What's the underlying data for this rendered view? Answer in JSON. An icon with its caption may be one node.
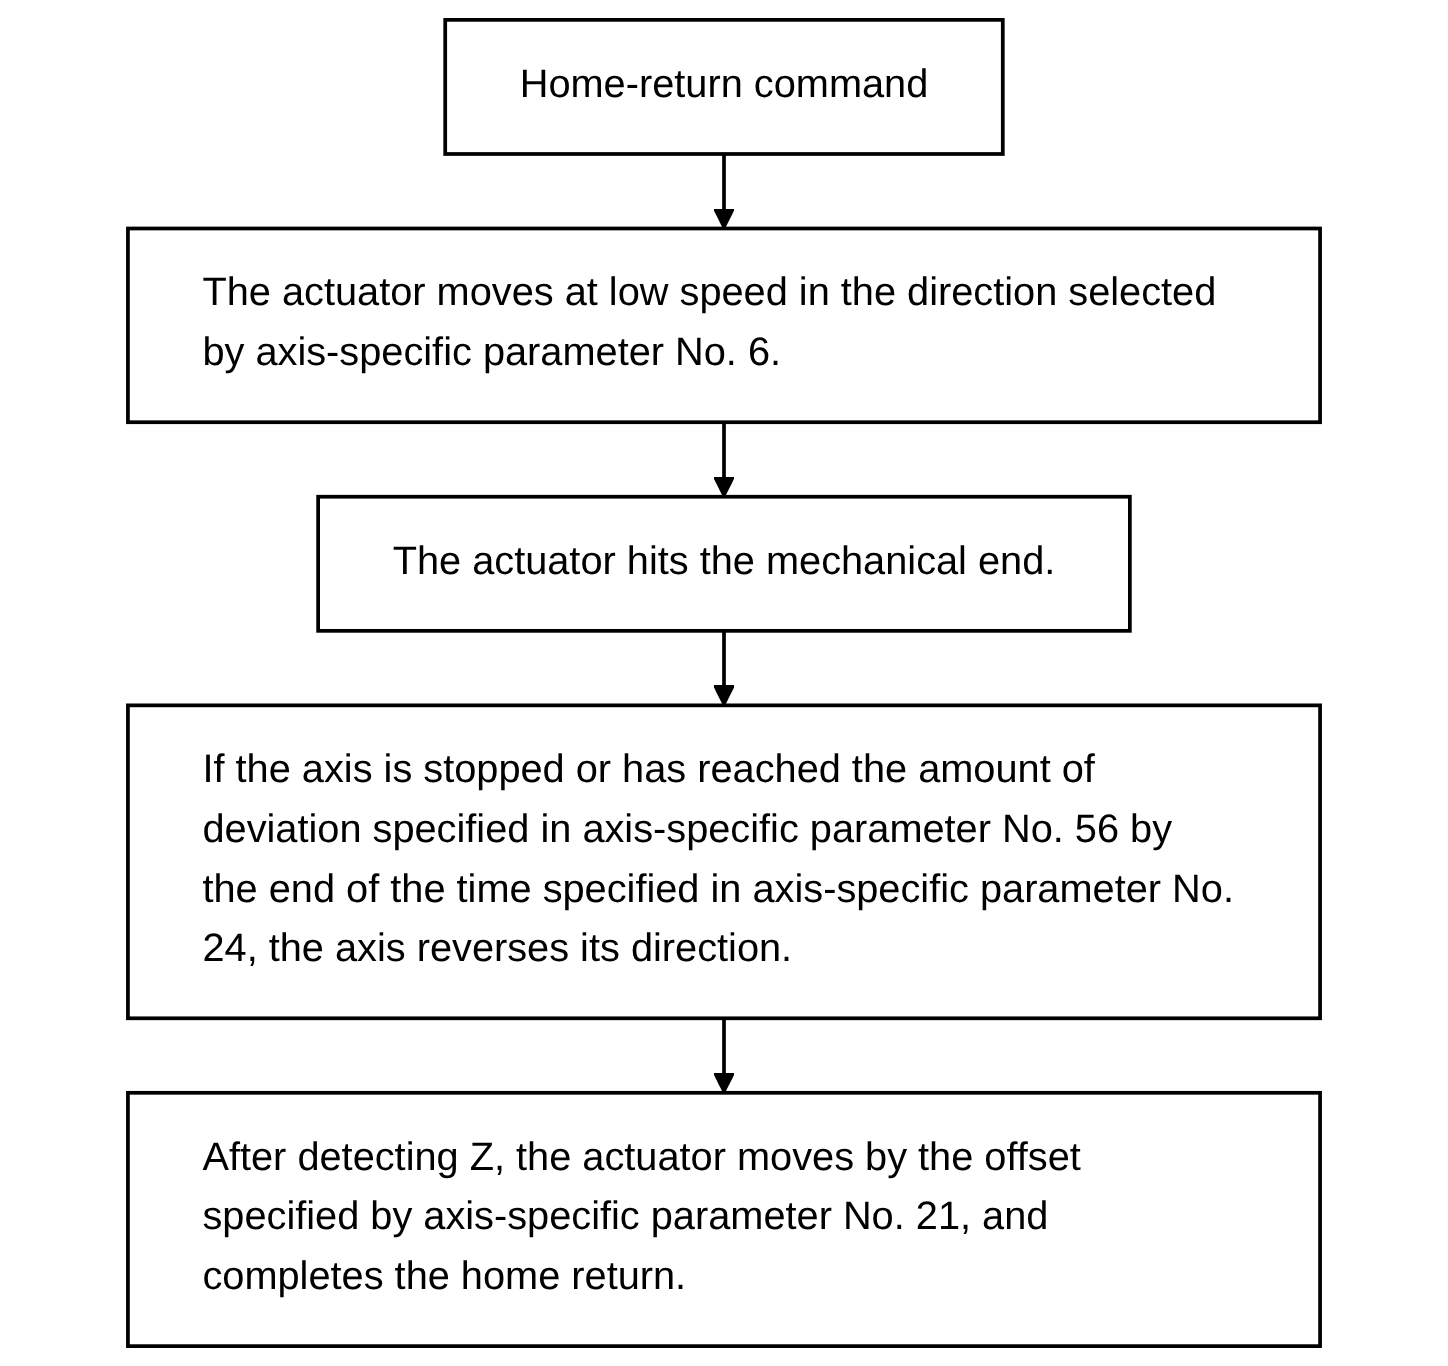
{
  "diagram": {
    "nodes": [
      {
        "text": [
          "Home-return command"
        ]
      },
      {
        "text": [
          "The actuator moves at low speed in the direction selected by axis-specific parameter No. 6."
        ]
      },
      {
        "text": [
          "The actuator hits the mechanical end."
        ]
      },
      {
        "text": [
          "If the axis is stopped or has reached the amount of deviation specified in axis-specific parameter No. 56 by the end of the time specified in axis-specific parameter No. 24, the axis reverses its direction."
        ]
      },
      {
        "text": [
          "After detecting Z, the actuator moves by the offset specified by axis-specific parameter No. 21, and completes the home return."
        ]
      }
    ],
    "edges": [
      {
        "from": 0,
        "to": 1,
        "arrow": "to"
      },
      {
        "from": 1,
        "to": 2,
        "arrow": "to"
      },
      {
        "from": 2,
        "to": 3,
        "arrow": "to"
      },
      {
        "from": 3,
        "to": 4,
        "arrow": "to"
      }
    ]
  }
}
